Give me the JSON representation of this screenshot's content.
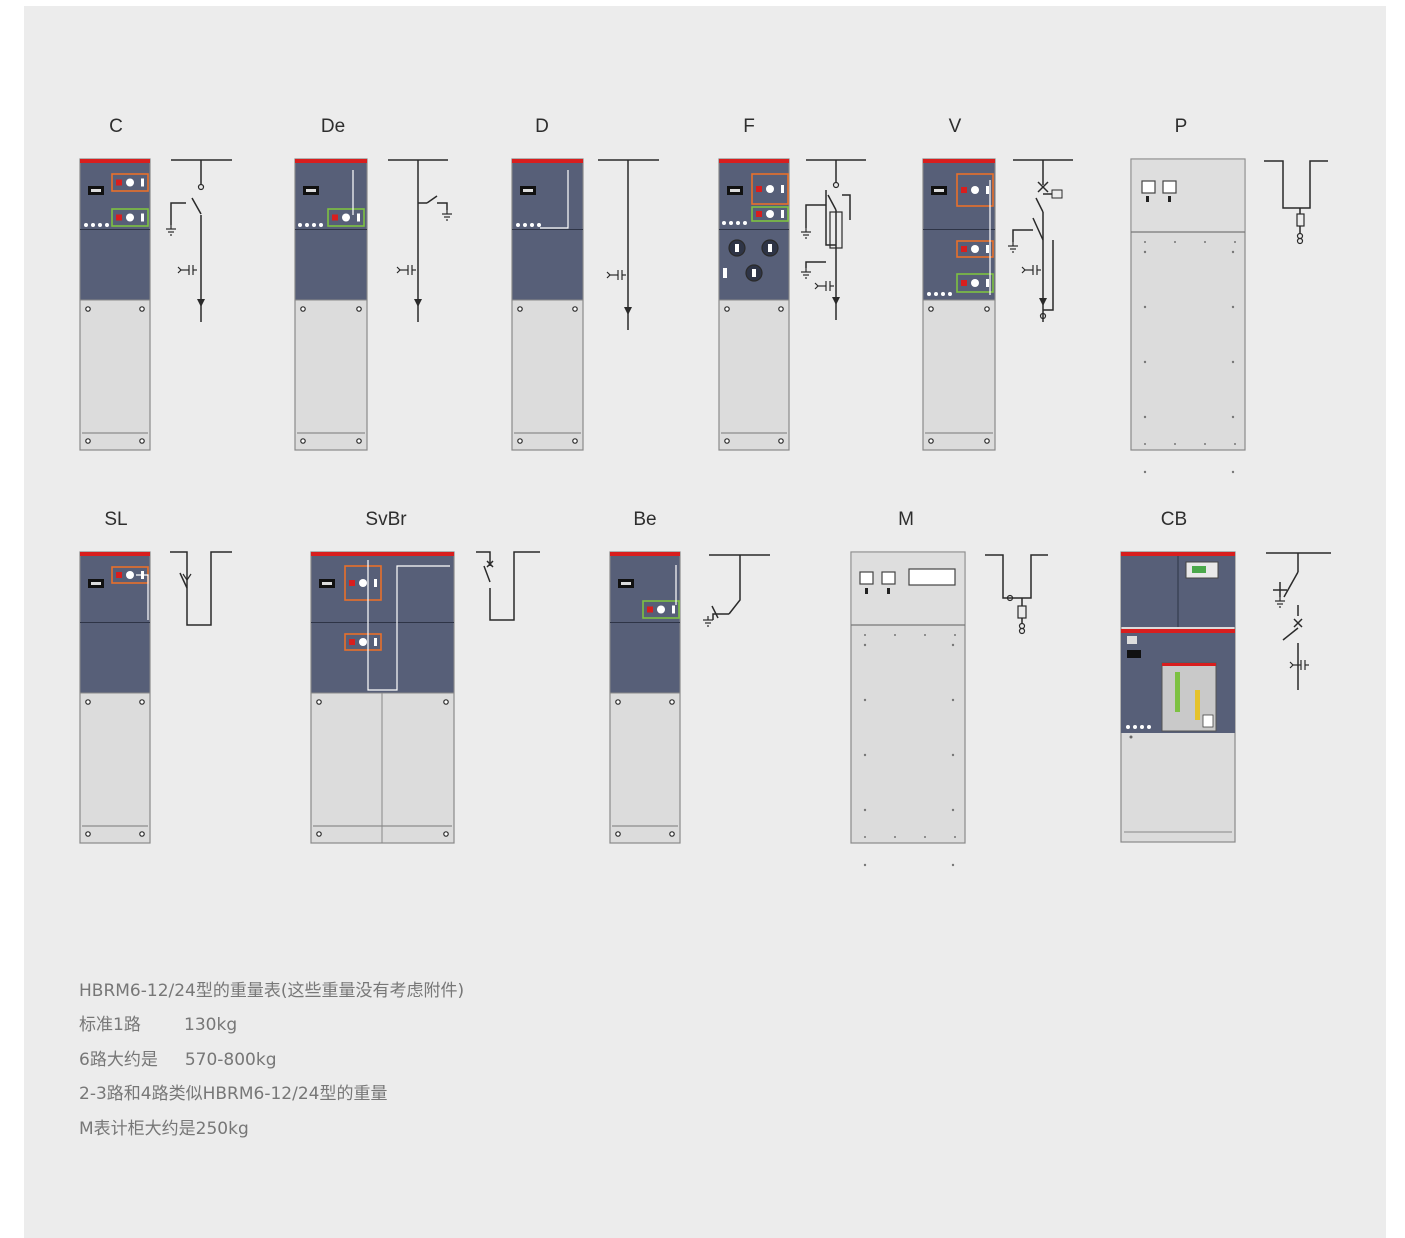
{
  "colors": {
    "background": "#ececec",
    "panel_top": "#575f78",
    "panel_bottom": "#dcdcdc",
    "accent_red": "#d81e1e",
    "accent_orange": "#e8702a",
    "accent_green": "#7dc142",
    "line": "#2a2a2a"
  },
  "units": [
    {
      "label": "C",
      "icon": "panel-c-icon",
      "schematic": "schematic-c-icon"
    },
    {
      "label": "De",
      "icon": "panel-de-icon",
      "schematic": "schematic-de-icon"
    },
    {
      "label": "D",
      "icon": "panel-d-icon",
      "schematic": "schematic-d-icon"
    },
    {
      "label": "F",
      "icon": "panel-f-icon",
      "schematic": "schematic-f-icon"
    },
    {
      "label": "V",
      "icon": "panel-v-icon",
      "schematic": "schematic-v-icon"
    },
    {
      "label": "P",
      "icon": "panel-p-icon",
      "schematic": "schematic-p-icon"
    },
    {
      "label": "SL",
      "icon": "panel-sl-icon",
      "schematic": "schematic-sl-icon"
    },
    {
      "label": "SvBr",
      "icon": "panel-svbr-icon",
      "schematic": "schematic-svbr-icon"
    },
    {
      "label": "Be",
      "icon": "panel-be-icon",
      "schematic": "schematic-be-icon"
    },
    {
      "label": "M",
      "icon": "panel-m-icon",
      "schematic": "schematic-m-icon"
    },
    {
      "label": "CB",
      "icon": "panel-cb-icon",
      "schematic": "schematic-cb-icon"
    }
  ],
  "weights": {
    "title": "HBRM6-12/24型的重量表(这些重量没有考虑附件)",
    "line1": "标准1路        130kg",
    "line2": "6路大约是     570-800kg",
    "line3": "2-3路和4路类似HBRM6-12/24型的重量",
    "line4": "M表计柜大约是250kg"
  }
}
